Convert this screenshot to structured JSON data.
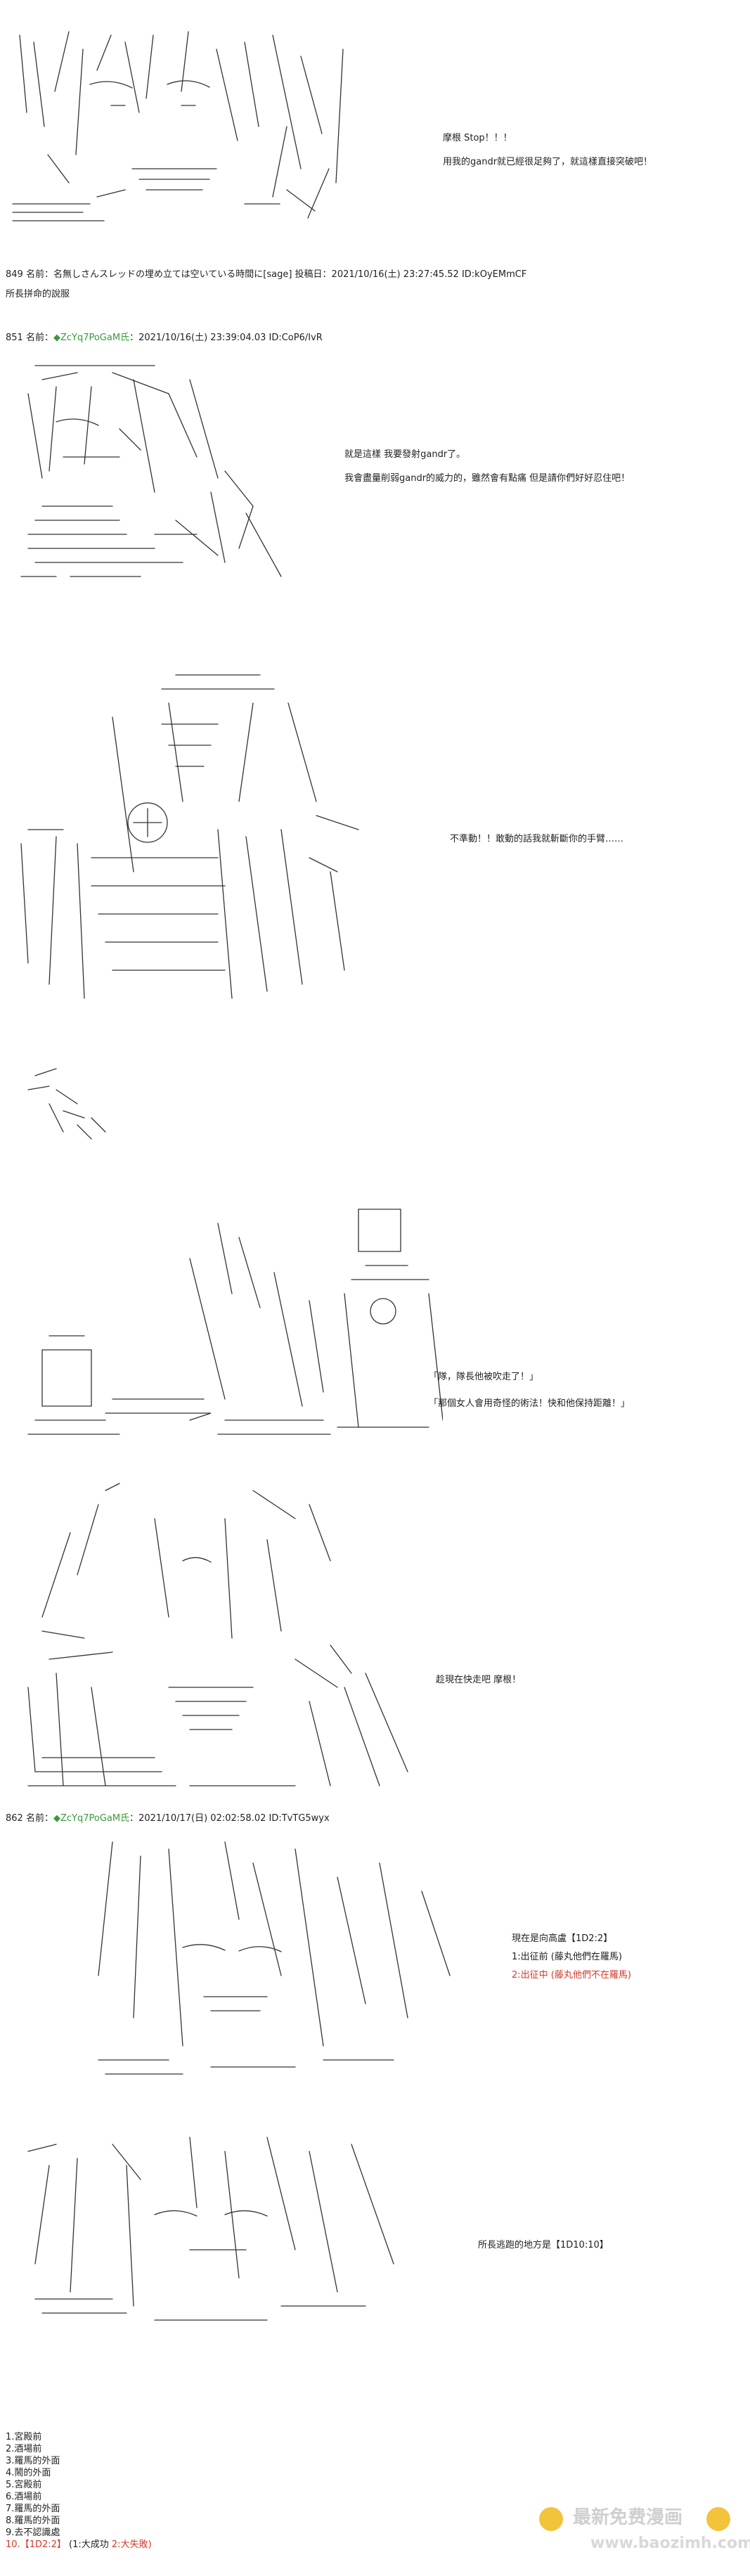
{
  "posts": {
    "p849": {
      "dialogue": [
        "摩根 Stop！！！",
        "用我的gandr就已經很足夠了，就這樣直接突破吧！"
      ],
      "header": "849 名前：名無しさんスレッドの埋め立ては空いている時間に[sage] 投稿日：2021/10/16(土) 23:27:45.52 ID:kOyEMmCF",
      "body": "所長拼命的說服"
    },
    "p851": {
      "num": "851",
      "label": "名前：",
      "trip": "◆ZcYq7PoGaM氏",
      "date": "：2021/10/16(土) 23:39:04.03 ID:CoP6/IvR",
      "dialogue1": [
        "就是這樣 我要發射gandr了。",
        "我會盡量削弱gandr的威力的，雖然會有點痛 但是請你們好好忍住吧！"
      ],
      "dialogue2": "不準動！！敢動的話我就斬斷你的手臂……",
      "dialogue3": [
        "「隊，隊長他被吹走了！」",
        "「那個女人會用奇怪的術法！快和他保持距離！」"
      ],
      "dialogue4": "趁現在快走吧 摩根！"
    },
    "p862": {
      "num": "862",
      "label": "名前：",
      "trip": "◆ZcYq7PoGaM氏",
      "date": "：2021/10/17(日) 02:02:58.02 ID:TvTG5wyx",
      "dialogue1": "現在是向高盧【1D2:2】",
      "choice1": "1:出征前 (藤丸他們在羅馬)",
      "choice2": "2:出征中 (藤丸他們不在羅馬)",
      "dialogue2": "所長逃跑的地方是【1D10:10】",
      "list": [
        "1.宮殿前",
        "2.酒場前",
        "3.羅馬的外面",
        "4.鬧的外面",
        "5.宮殿前",
        "6.酒場前",
        "7.羅馬的外面",
        "8.羅馬的外面",
        "9.去不認識處"
      ],
      "list_last_num": "10.",
      "list_last_roll": "【1D2:2】",
      "list_last_text": "(1:大成功",
      "list_last_red": "2:大失敗)"
    }
  },
  "watermark": {
    "line1": "最新免费漫画",
    "line2": "www.baozimh.com"
  }
}
